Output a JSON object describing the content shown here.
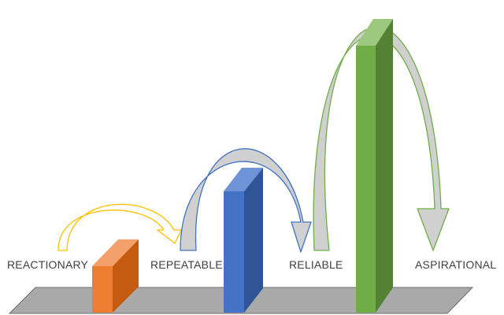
{
  "stages": [
    {
      "label": "REACTIONARY",
      "color": "#ED7D31"
    },
    {
      "label": "REPEATABLE",
      "color": "#4472C4"
    },
    {
      "label": "RELIABLE",
      "color": "#70AD47"
    },
    {
      "label": "ASPIRATIONAL",
      "color": "#70AD47"
    }
  ],
  "colors": {
    "floor": "#A6A6A6",
    "floor_edge": "#595959",
    "arrow_fill": "#D0D0D0",
    "arrow_outline_orange": "#FFC000",
    "arrow_outline_blue": "#4472C4",
    "arrow_outline_green": "#70AD47"
  }
}
